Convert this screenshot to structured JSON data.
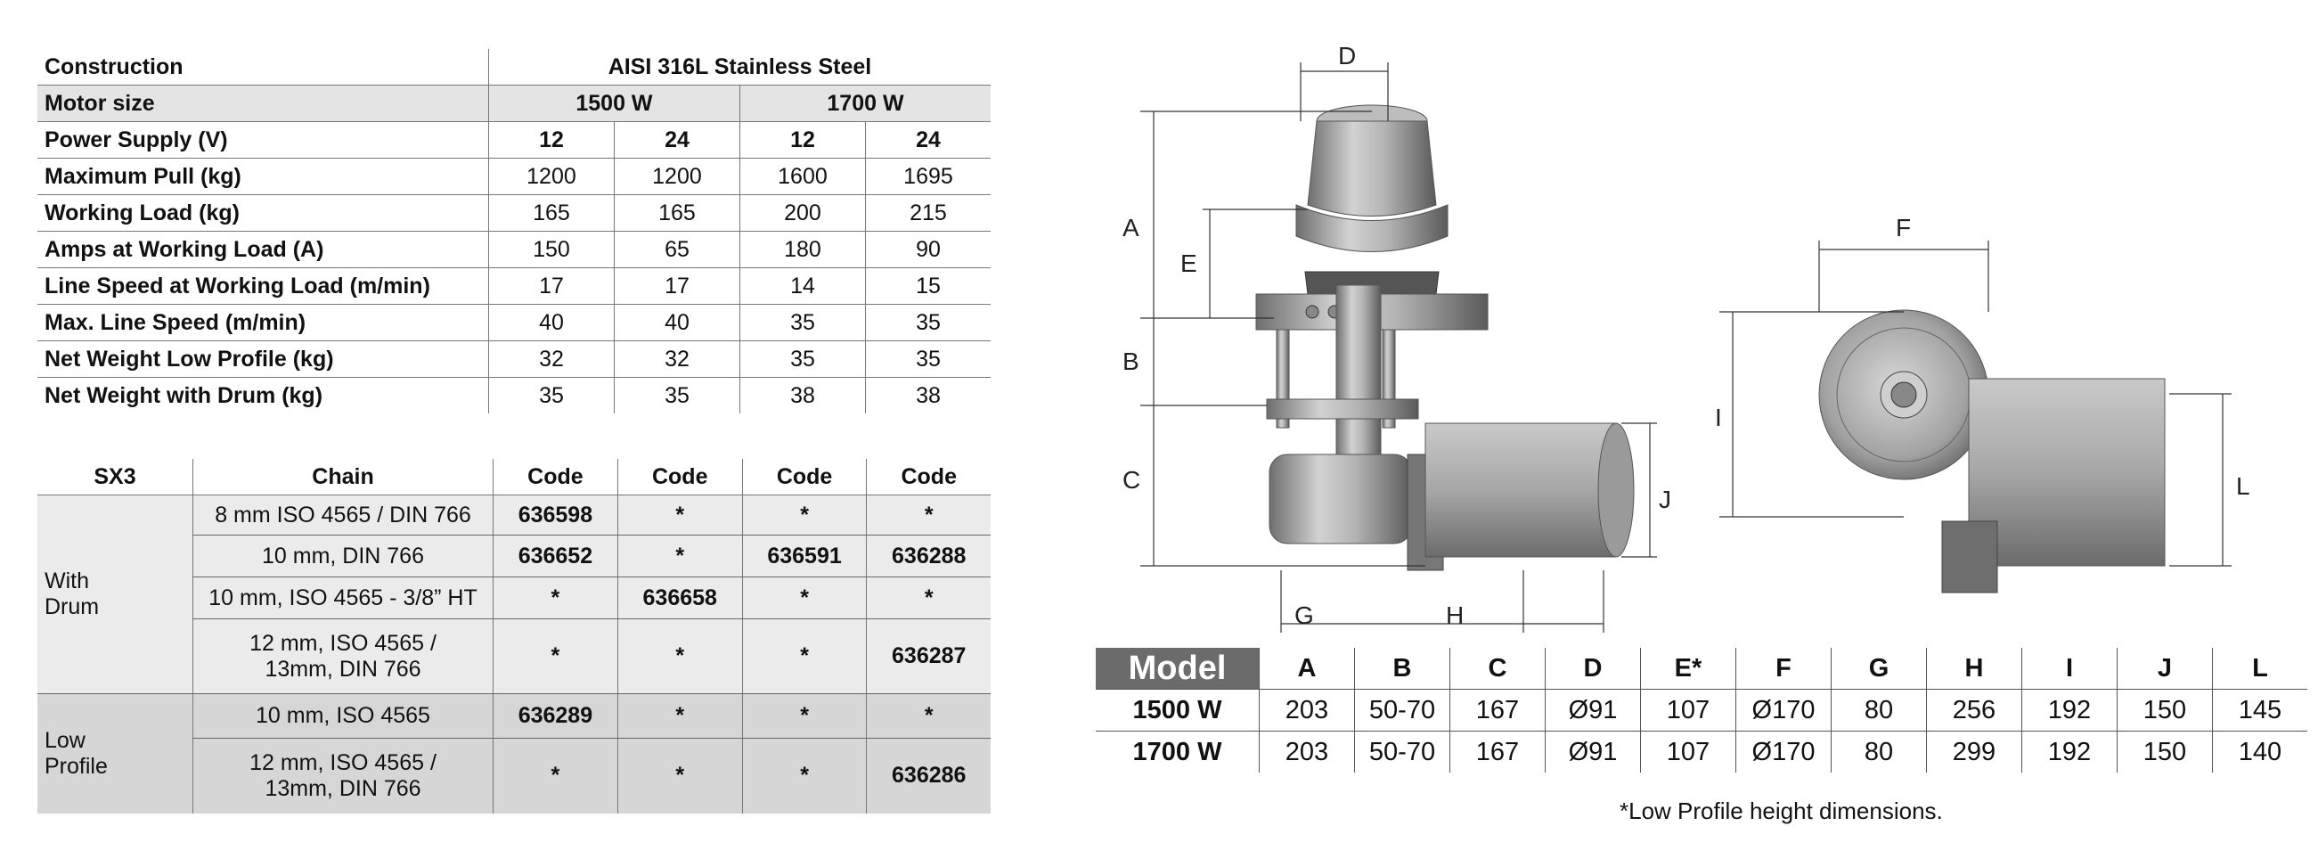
{
  "spec_table": {
    "construction": {
      "label": "Construction",
      "value": "AISI 316L Stainless Steel"
    },
    "motor_size": {
      "label": "Motor size",
      "values": [
        "1500 W",
        "1700 W"
      ]
    },
    "power_supply": {
      "label": "Power Supply (V)",
      "values": [
        "12",
        "24",
        "12",
        "24"
      ]
    },
    "rows": [
      {
        "label": "Maximum Pull (kg)",
        "values": [
          "1200",
          "1200",
          "1600",
          "1695"
        ]
      },
      {
        "label": "Working Load (kg)",
        "values": [
          "165",
          "165",
          "200",
          "215"
        ]
      },
      {
        "label": "Amps at Working Load (A)",
        "values": [
          "150",
          "65",
          "180",
          "90"
        ]
      },
      {
        "label": "Line Speed at Working Load (m/min)",
        "values": [
          "17",
          "17",
          "14",
          "15"
        ]
      },
      {
        "label": "Max. Line Speed (m/min)",
        "values": [
          "40",
          "40",
          "35",
          "35"
        ]
      },
      {
        "label": "Net Weight Low Profile (kg)",
        "values": [
          "32",
          "32",
          "35",
          "35"
        ]
      },
      {
        "label": "Net Weight with Drum (kg)",
        "values": [
          "35",
          "35",
          "38",
          "38"
        ]
      }
    ]
  },
  "codes_table": {
    "headers": [
      "SX3",
      "Chain",
      "Code",
      "Code",
      "Code",
      "Code"
    ],
    "groups": [
      {
        "name_line1": "With",
        "name_line2": "Drum",
        "rows": [
          {
            "chain": "8 mm ISO 4565 / DIN 766",
            "codes": [
              "636598",
              "*",
              "*",
              "*"
            ]
          },
          {
            "chain": "10 mm, DIN 766",
            "codes": [
              "636652",
              "*",
              "636591",
              "636288"
            ]
          },
          {
            "chain": "10 mm, ISO 4565 - 3/8” HT",
            "codes": [
              "*",
              "636658",
              "*",
              "*"
            ]
          },
          {
            "chain_line1": "12 mm, ISO 4565 /",
            "chain_line2": "13mm, DIN 766",
            "codes": [
              "*",
              "*",
              "*",
              "636287"
            ]
          }
        ]
      },
      {
        "name_line1": "Low",
        "name_line2": "Profile",
        "rows": [
          {
            "chain": "10 mm, ISO 4565",
            "codes": [
              "636289",
              "*",
              "*",
              "*"
            ]
          },
          {
            "chain_line1": "12 mm, ISO 4565 /",
            "chain_line2": "13mm, DIN 766",
            "codes": [
              "*",
              "*",
              "*",
              "636286"
            ]
          }
        ]
      }
    ]
  },
  "dimensions_table": {
    "model_header": "Model",
    "columns": [
      "A",
      "B",
      "C",
      "D",
      "E*",
      "F",
      "G",
      "H",
      "I",
      "J",
      "L"
    ],
    "rows": [
      {
        "model": "1500 W",
        "values": [
          "203",
          "50-70",
          "167",
          "Ø91",
          "107",
          "Ø170",
          "80",
          "256",
          "192",
          "150",
          "145"
        ]
      },
      {
        "model": "1700 W",
        "values": [
          "203",
          "50-70",
          "167",
          "Ø91",
          "107",
          "Ø170",
          "80",
          "299",
          "192",
          "150",
          "140"
        ]
      }
    ]
  },
  "footnote": "*Low Profile height dimensions.",
  "drawing_labels": {
    "A": "A",
    "B": "B",
    "C": "C",
    "D": "D",
    "E": "E",
    "F": "F",
    "G": "G",
    "H": "H",
    "I": "I",
    "J": "J",
    "L": "L"
  }
}
